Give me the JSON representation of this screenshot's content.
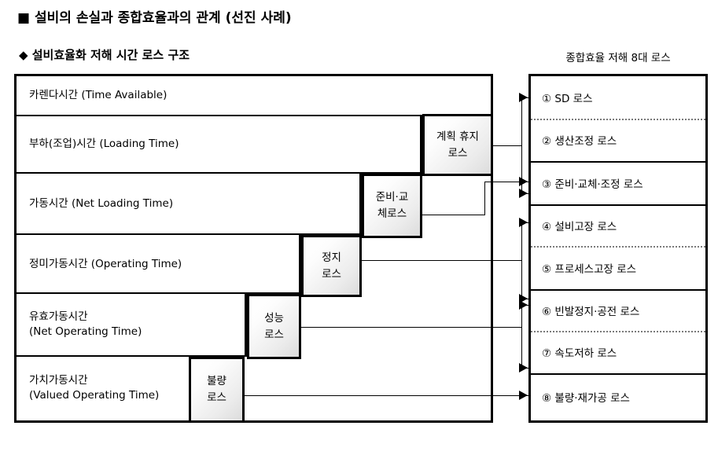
{
  "page": {
    "title": "■ 설비의 손실과 종합효율과의 관계 (선진 사례)",
    "section_title": "◆ 설비효율화 저해 시간 로스 구조",
    "right_panel_title": "종합효율 저해 8대 로스"
  },
  "time_structure": {
    "rows": [
      {
        "label": "카렌다시간 (Time Available)"
      },
      {
        "label": "부하(조업)시간 (Loading Time)"
      },
      {
        "label": "가동시간 (Net Loading Time)"
      },
      {
        "label": "정미가동시간 (Operating Time)"
      },
      {
        "label": "유효가동시간\n (Net Operating Time)"
      },
      {
        "label": "가치가동시간\n(Valued Operating Time)"
      }
    ]
  },
  "loss_boxes": [
    {
      "id": "planned-shutdown-loss",
      "label": "계획 휴지\n로스"
    },
    {
      "id": "setup-changeover-loss",
      "label": "준비·교\n체로스"
    },
    {
      "id": "stoppage-loss",
      "label": "정지\n로스"
    },
    {
      "id": "performance-loss",
      "label": "성능\n로스"
    },
    {
      "id": "defect-loss",
      "label": "불량\n로스"
    }
  ],
  "eight_losses": {
    "items": [
      {
        "num": "①",
        "label": "① SD 로스"
      },
      {
        "num": "②",
        "label": "② 생산조정 로스"
      },
      {
        "num": "③",
        "label": "③ 준비·교체·조정 로스"
      },
      {
        "num": "④",
        "label": "④ 설비고장 로스"
      },
      {
        "num": "⑤",
        "label": "⑤ 프로세스고장 로스"
      },
      {
        "num": "⑥",
        "label": "⑥ 빈발정지·공전 로스"
      },
      {
        "num": "⑦",
        "label": "⑦ 속도저하 로스"
      },
      {
        "num": "⑧",
        "label": "⑧ 불량·재가공 로스"
      }
    ]
  },
  "colors": {
    "line": "#000000",
    "box_fill_light": "#ffffff",
    "box_fill_dark": "#dcdcdc",
    "dotted_separator": "#7a7a7a"
  }
}
